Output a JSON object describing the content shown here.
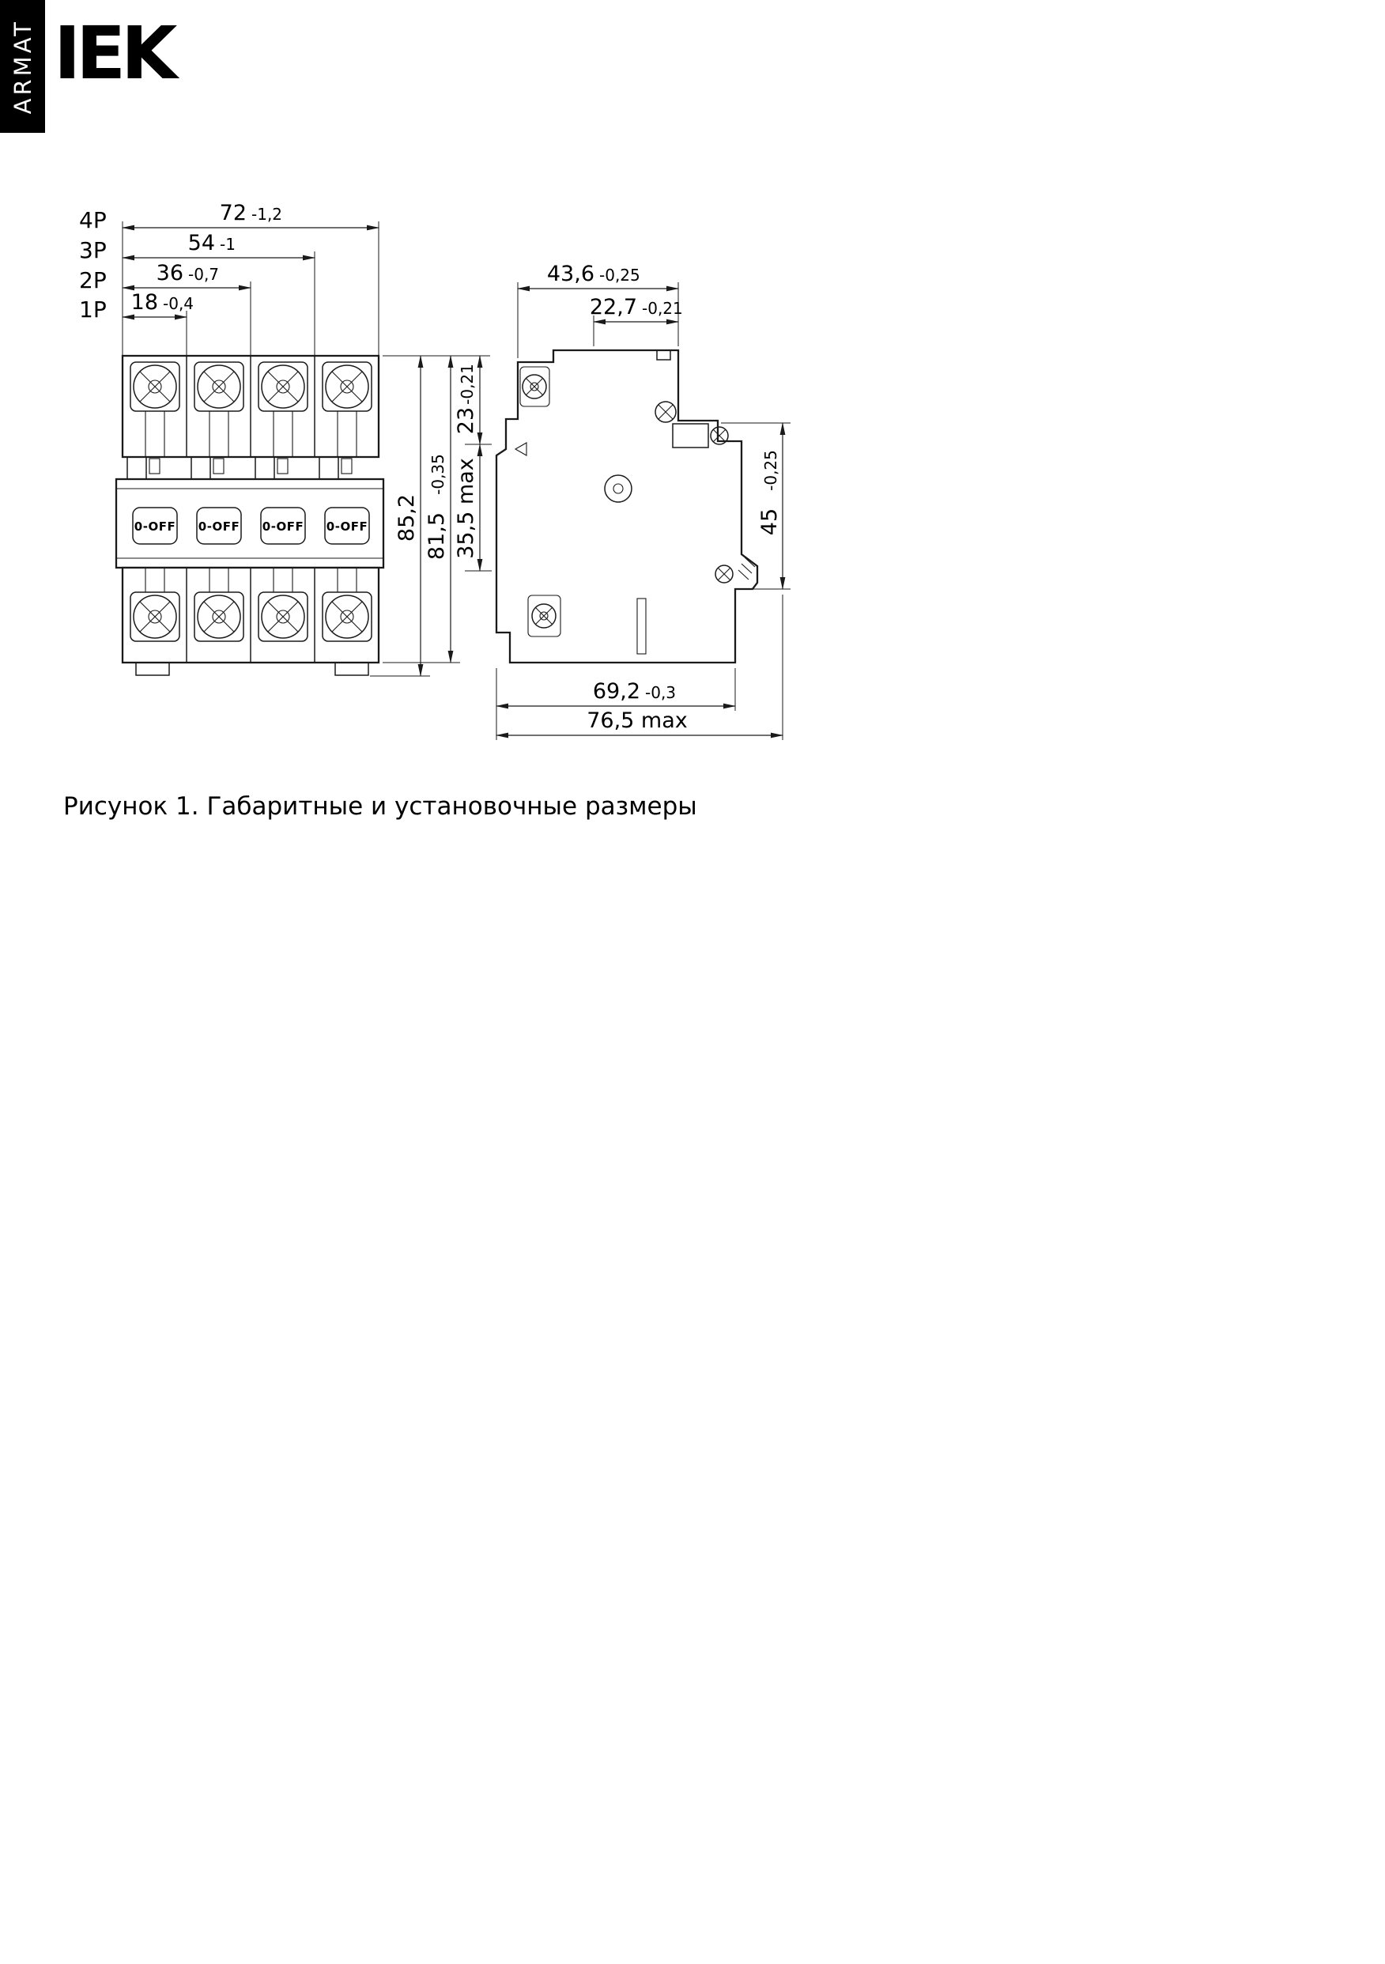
{
  "header": {
    "armat": "ARMAT",
    "logo": "IEK"
  },
  "caption": "Рисунок 1. Габаритные и установочные размеры",
  "front_view": {
    "toggle_label": "0-OFF",
    "pole_rows": [
      {
        "label": "4P",
        "value": "72",
        "tol": "-1,2"
      },
      {
        "label": "3P",
        "value": "54",
        "tol": "-1"
      },
      {
        "label": "2P",
        "value": "36",
        "tol": "-0,7"
      },
      {
        "label": "1P",
        "value": "18",
        "tol": "-0,4"
      }
    ],
    "height_dims": [
      {
        "value": "85,2"
      },
      {
        "value": "81,5",
        "tol": "-0,35"
      },
      {
        "value": "23",
        "tol": "-0,21"
      },
      {
        "value": "35,5 max"
      }
    ]
  },
  "side_view": {
    "top_dims": [
      {
        "value": "43,6",
        "tol": "-0,25"
      },
      {
        "value": "22,7",
        "tol": "-0,21"
      }
    ],
    "height_dim": {
      "value": "45",
      "tol": "-0,25"
    },
    "bottom_dims": [
      {
        "value": "69,2",
        "tol": "-0,3"
      },
      {
        "value": "76,5 max"
      }
    ]
  }
}
